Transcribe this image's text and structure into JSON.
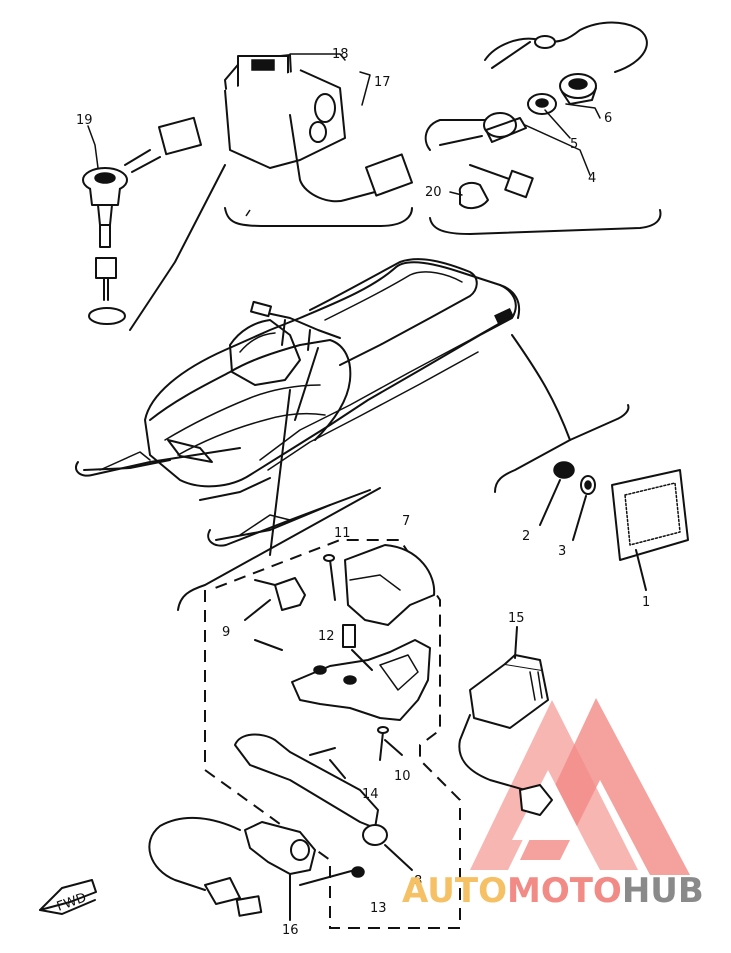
{
  "callouts": {
    "c1": "1",
    "c2": "2",
    "c3": "3",
    "c4": "4",
    "c5": "5",
    "c6": "6",
    "c7": "7",
    "c8": "8",
    "c9": "9",
    "c10": "10",
    "c11": "11",
    "c12": "12",
    "c13": "13",
    "c14": "14",
    "c15": "15",
    "c16": "16",
    "c17": "17",
    "c18": "18",
    "c19": "19",
    "c20": "20"
  },
  "fwd_label": "FWD",
  "watermark": {
    "part1": "AUTO",
    "part2": "MOTO",
    "part3": "HUB",
    "color_orange": "#f6c064",
    "color_red": "#f28a86",
    "color_gray": "#8a8a8a"
  }
}
